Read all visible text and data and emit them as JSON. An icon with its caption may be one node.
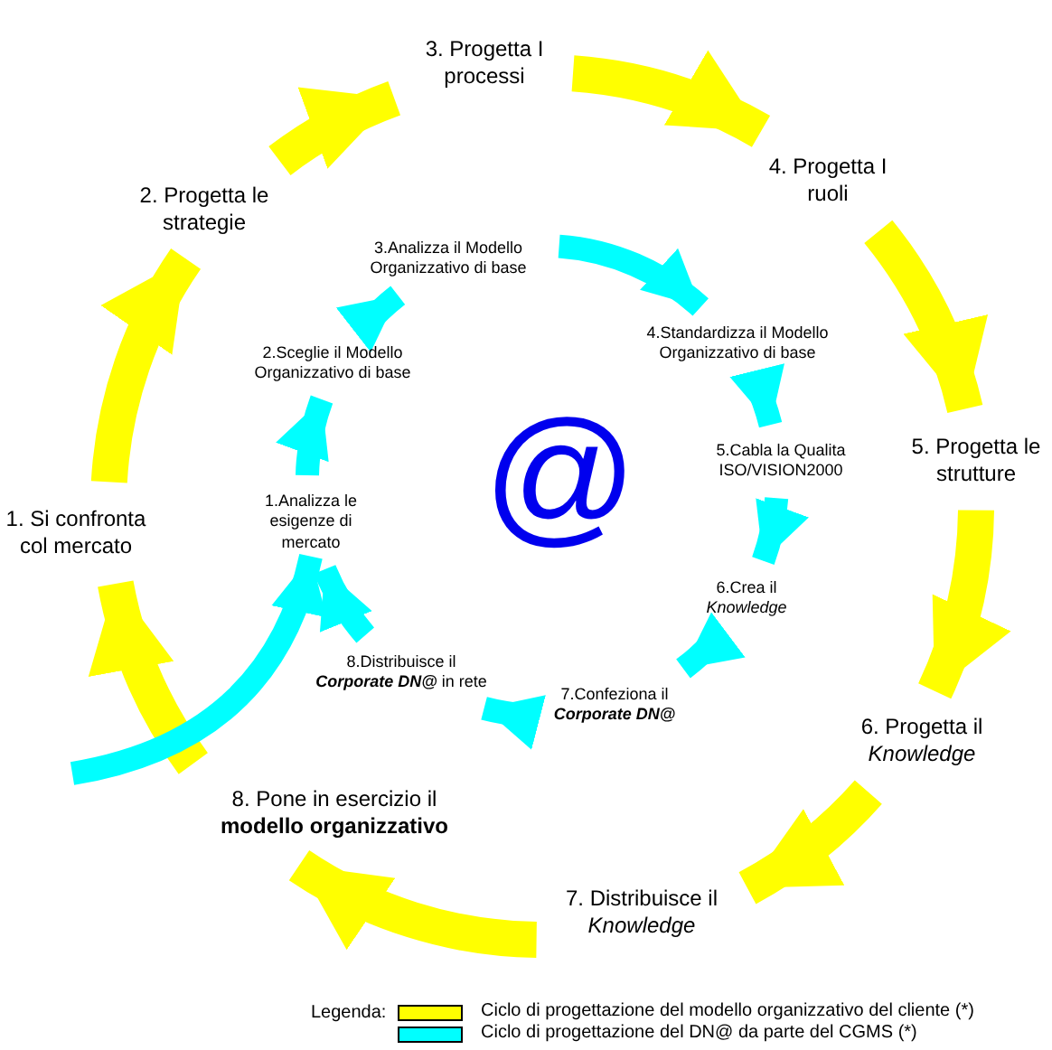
{
  "diagram": {
    "nodes": [
      {
        "text": [
          "1. Si confronta col mercato"
        ]
      },
      {
        "text": [
          "2. Progetta le strategie"
        ]
      },
      {
        "text": [
          "3. Progetta I processi"
        ]
      },
      {
        "text": [
          "4. Progetta I ruoli"
        ]
      },
      {
        "text": [
          "5. Progetta le strutture"
        ]
      },
      {
        "text": [
          "6. Progetta il *Knowledge*"
        ]
      },
      {
        "text": [
          "7. Distribuisce il *Knowledge*"
        ]
      },
      {
        "text": [
          "8. Pone in esercizio il **modello organizzativo**"
        ]
      },
      {
        "text": [
          "1.Analizza le esigenze di mercato"
        ]
      },
      {
        "text": [
          "2.Sceglie il Modello Organizzativo di base"
        ]
      },
      {
        "text": [
          "3.Analizza il Modello Organizzativo di base"
        ]
      },
      {
        "text": [
          "4.Standardizza il Modello Organizzativo di base"
        ]
      },
      {
        "text": [
          "5.Cabla la Qualita ISO/VISION2000"
        ]
      },
      {
        "text": [
          "6.Crea il *Knowledge*"
        ]
      },
      {
        "text": [
          "7.Confeziona il **Corporate DN@**"
        ]
      },
      {
        "text": [
          "8.Distribuisce il **Corporate DN@** in rete"
        ]
      }
    ],
    "edges": [
      {
        "from": 0,
        "to": 1,
        "arrow": "to",
        "color": "#ffff00"
      },
      {
        "from": 1,
        "to": 2,
        "arrow": "to",
        "color": "#ffff00"
      },
      {
        "from": 2,
        "to": 3,
        "arrow": "to",
        "color": "#ffff00"
      },
      {
        "from": 3,
        "to": 4,
        "arrow": "to",
        "color": "#ffff00"
      },
      {
        "from": 4,
        "to": 5,
        "arrow": "to",
        "color": "#ffff00"
      },
      {
        "from": 5,
        "to": 6,
        "arrow": "to",
        "color": "#ffff00"
      },
      {
        "from": 6,
        "to": 7,
        "arrow": "to",
        "color": "#ffff00"
      },
      {
        "from": 7,
        "to": 0,
        "arrow": "to",
        "color": "#ffff00"
      },
      {
        "from": null,
        "to": 8,
        "arrow": "to",
        "color": "#00ffff"
      },
      {
        "from": 8,
        "to": 9,
        "arrow": "to",
        "color": "#00ffff"
      },
      {
        "from": 9,
        "to": 10,
        "arrow": "to",
        "color": "#00ffff"
      },
      {
        "from": 10,
        "to": 11,
        "arrow": "to",
        "color": "#00ffff"
      },
      {
        "from": 11,
        "to": 12,
        "arrow": "to",
        "color": "#00ffff"
      },
      {
        "from": 12,
        "to": 13,
        "arrow": "to",
        "color": "#00ffff"
      },
      {
        "from": 13,
        "to": 14,
        "arrow": "to",
        "color": "#00ffff"
      },
      {
        "from": 14,
        "to": 15,
        "arrow": "to",
        "color": "#00ffff"
      },
      {
        "from": 15,
        "to": 8,
        "arrow": "to",
        "color": "#00ffff"
      }
    ],
    "labels": [
      "@",
      "Legenda:"
    ],
    "legend": [
      {
        "text": "Ciclo di progettazione del modello organizzativo del cliente (*)",
        "color": "#ffff00"
      },
      {
        "text": "Ciclo di progettazione del DN@ da parte del CGMS (*)",
        "color": "#00ffff"
      }
    ]
  }
}
